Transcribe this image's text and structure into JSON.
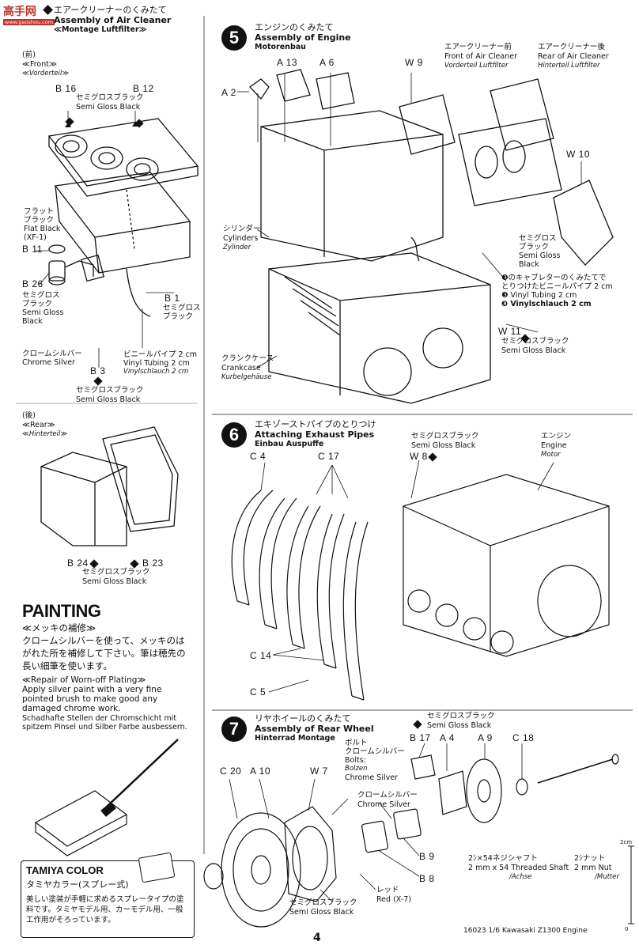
{
  "logo": {
    "site": "高手网",
    "url": "www.gaoshou.com"
  },
  "air_cleaner": {
    "title_jp": "エアークリーナーのくみたて",
    "title_en": "Assembly of Air Cleaner",
    "title_de": "≪Montage Luftfilter≫",
    "front_jp": "(前)",
    "front_en": "≪Front≫",
    "front_de": "≪Vorderteil≫",
    "rear_jp": "(後)",
    "rear_en": "≪Rear≫",
    "rear_de": "≪Hinterteil≫",
    "labels": {
      "b16": "B 16",
      "b12": "B 12",
      "semi_gloss_jp": "セミグロスブラック",
      "semi_gloss_en": "Semi Gloss Black",
      "flat_jp1": "フラット",
      "flat_jp2": "ブラック",
      "flat_en": "Flat Black",
      "flat_code": "(XF-1)",
      "b11": "B 11",
      "b26": "B 26",
      "b26_jp1": "セミグロス",
      "b26_jp2": "ブラック",
      "b26_en1": "Semi Gloss",
      "b26_en2": "Black",
      "chrome_jp": "クロームシルバー",
      "chrome_en": "Chrome Silver",
      "b3": "B 3",
      "b3_jp": "セミグロスブラック",
      "b3_en": "Semi Gloss Black",
      "b1": "B 1",
      "b1_jp1": "セミグロス",
      "b1_jp2": "ブラック",
      "vinyl_jp": "ビニールパイプ 2 cm",
      "vinyl_en": "Vinyl Tubing 2 cm",
      "vinyl_de": "Vinylschlauch 2 cm",
      "b24": "B 24",
      "b23": "B 23",
      "b24_jp": "セミグロスブラック",
      "b24_en": "Semi Gloss Black"
    }
  },
  "painting": {
    "title": "PAINTING",
    "sub_jp": "≪メッキの補修≫",
    "body_jp": "クロームシルバーを使って、メッキのはがれた所を補修して下さい。筆は穂先の長い細筆を使います。",
    "sub_en": "≪Repair of Worn-off Plating≫",
    "body_en": "Apply silver paint with a very fine pointed brush to make good any damaged chrome work.",
    "body_de": "Schadhafte Stellen der Chromschicht mit spitzem Pinsel und Silber Farbe ausbessern."
  },
  "tamiya": {
    "title": "TAMIYA COLOR",
    "sub": "タミヤカラー(スプレー式)",
    "body": "美しい塗装が手軽に求めるスプレータイプの塗料です。タミヤモデル用、カーモデル用、一般工作用がそろっています。"
  },
  "step5": {
    "num": "5",
    "title_jp": "エンジンのくみたて",
    "title_en": "Assembly of Engine",
    "title_de": "Motorenbau",
    "labels": {
      "a13": "A 13",
      "a6": "A 6",
      "a2": "A 2",
      "w9": "W 9",
      "w10": "W 10",
      "w11": "W 11",
      "front_jp": "エアークリーナー前",
      "front_en": "Front of Air Cleaner",
      "front_de": "Vorderteil Luftfilter",
      "rear_jp": "エアークリーナー後",
      "rear_en": "Rear of Air Cleaner",
      "rear_de": "Hinterteil Luftfilter",
      "cyl_jp": "シリンダー",
      "cyl_en": "Cylinders",
      "cyl_de": "Zylinder",
      "semi_jp1": "セミグロス",
      "semi_jp2": "ブラック",
      "semi_en1": "Semi Gloss",
      "semi_en2": "Black",
      "carb_jp1": "❸のキャブレターのくみたてで",
      "carb_jp2": "とりつけたビニールパイプ 2 cm",
      "carb_en": "❸ Vinyl Tubing 2 cm",
      "carb_de": "❸ Vinylschlauch 2 cm",
      "w11_jp": "セミグロスブラック",
      "w11_en": "Semi Gloss Black",
      "crank_jp": "クランクケース",
      "crank_en": "Crankcase",
      "crank_de": "Kurbelgehäuse"
    }
  },
  "step6": {
    "num": "6",
    "title_jp": "エキゾーストパイプのとりつけ",
    "title_en": "Attaching Exhaust Pipes",
    "title_de": "Einbau Auspuffe",
    "labels": {
      "c4": "C 4",
      "c17": "C 17",
      "w8": "W 8",
      "c14": "C 14",
      "c5": "C 5",
      "w8_jp": "セミグロスブラック",
      "w8_en": "Semi Gloss Black",
      "engine_jp": "エンジン",
      "engine_en": "Engine",
      "engine_de": "Motor"
    }
  },
  "step7": {
    "num": "7",
    "title_jp": "リヤホイールのくみたて",
    "title_en": "Assembly of Rear Wheel",
    "title_de": "Hinterrad Montage",
    "labels": {
      "b17": "B 17",
      "a4": "A 4",
      "a9": "A 9",
      "c18": "C 18",
      "c20": "C 20",
      "a10": "A 10",
      "w7": "W 7",
      "b9": "B 9",
      "b8": "B 8",
      "top_jp": "セミグロスブラック",
      "top_en": "Semi Gloss Black",
      "bolt_jp1": "ボルト",
      "bolt_jp2": "クロームシルバー",
      "bolt_en": "Bolts:",
      "bolt_de": "Bolzen",
      "bolt_en2": "Chrome Silver",
      "chrome_jp": "クロームシルバー",
      "chrome_en": "Chrome Silver",
      "red_jp": "レッド",
      "red_en": "Red (X-7)",
      "semi_jp": "セミグロスブラック",
      "semi_en": "Semi Gloss Black",
      "shaft_jp": "2ｼ×54ネジシャフト",
      "shaft_en": "2 mm x 54 Threaded Shaft",
      "shaft_de": "/Achse",
      "nut_jp": "2ｼナット",
      "nut_en": "2 mm Nut",
      "nut_de": "/Mutter"
    }
  },
  "footer": {
    "page": "4",
    "code": "16023 1/6 Kawasaki Z1300 Engine",
    "scale_top": "2cm",
    "scale_bottom": "0"
  }
}
